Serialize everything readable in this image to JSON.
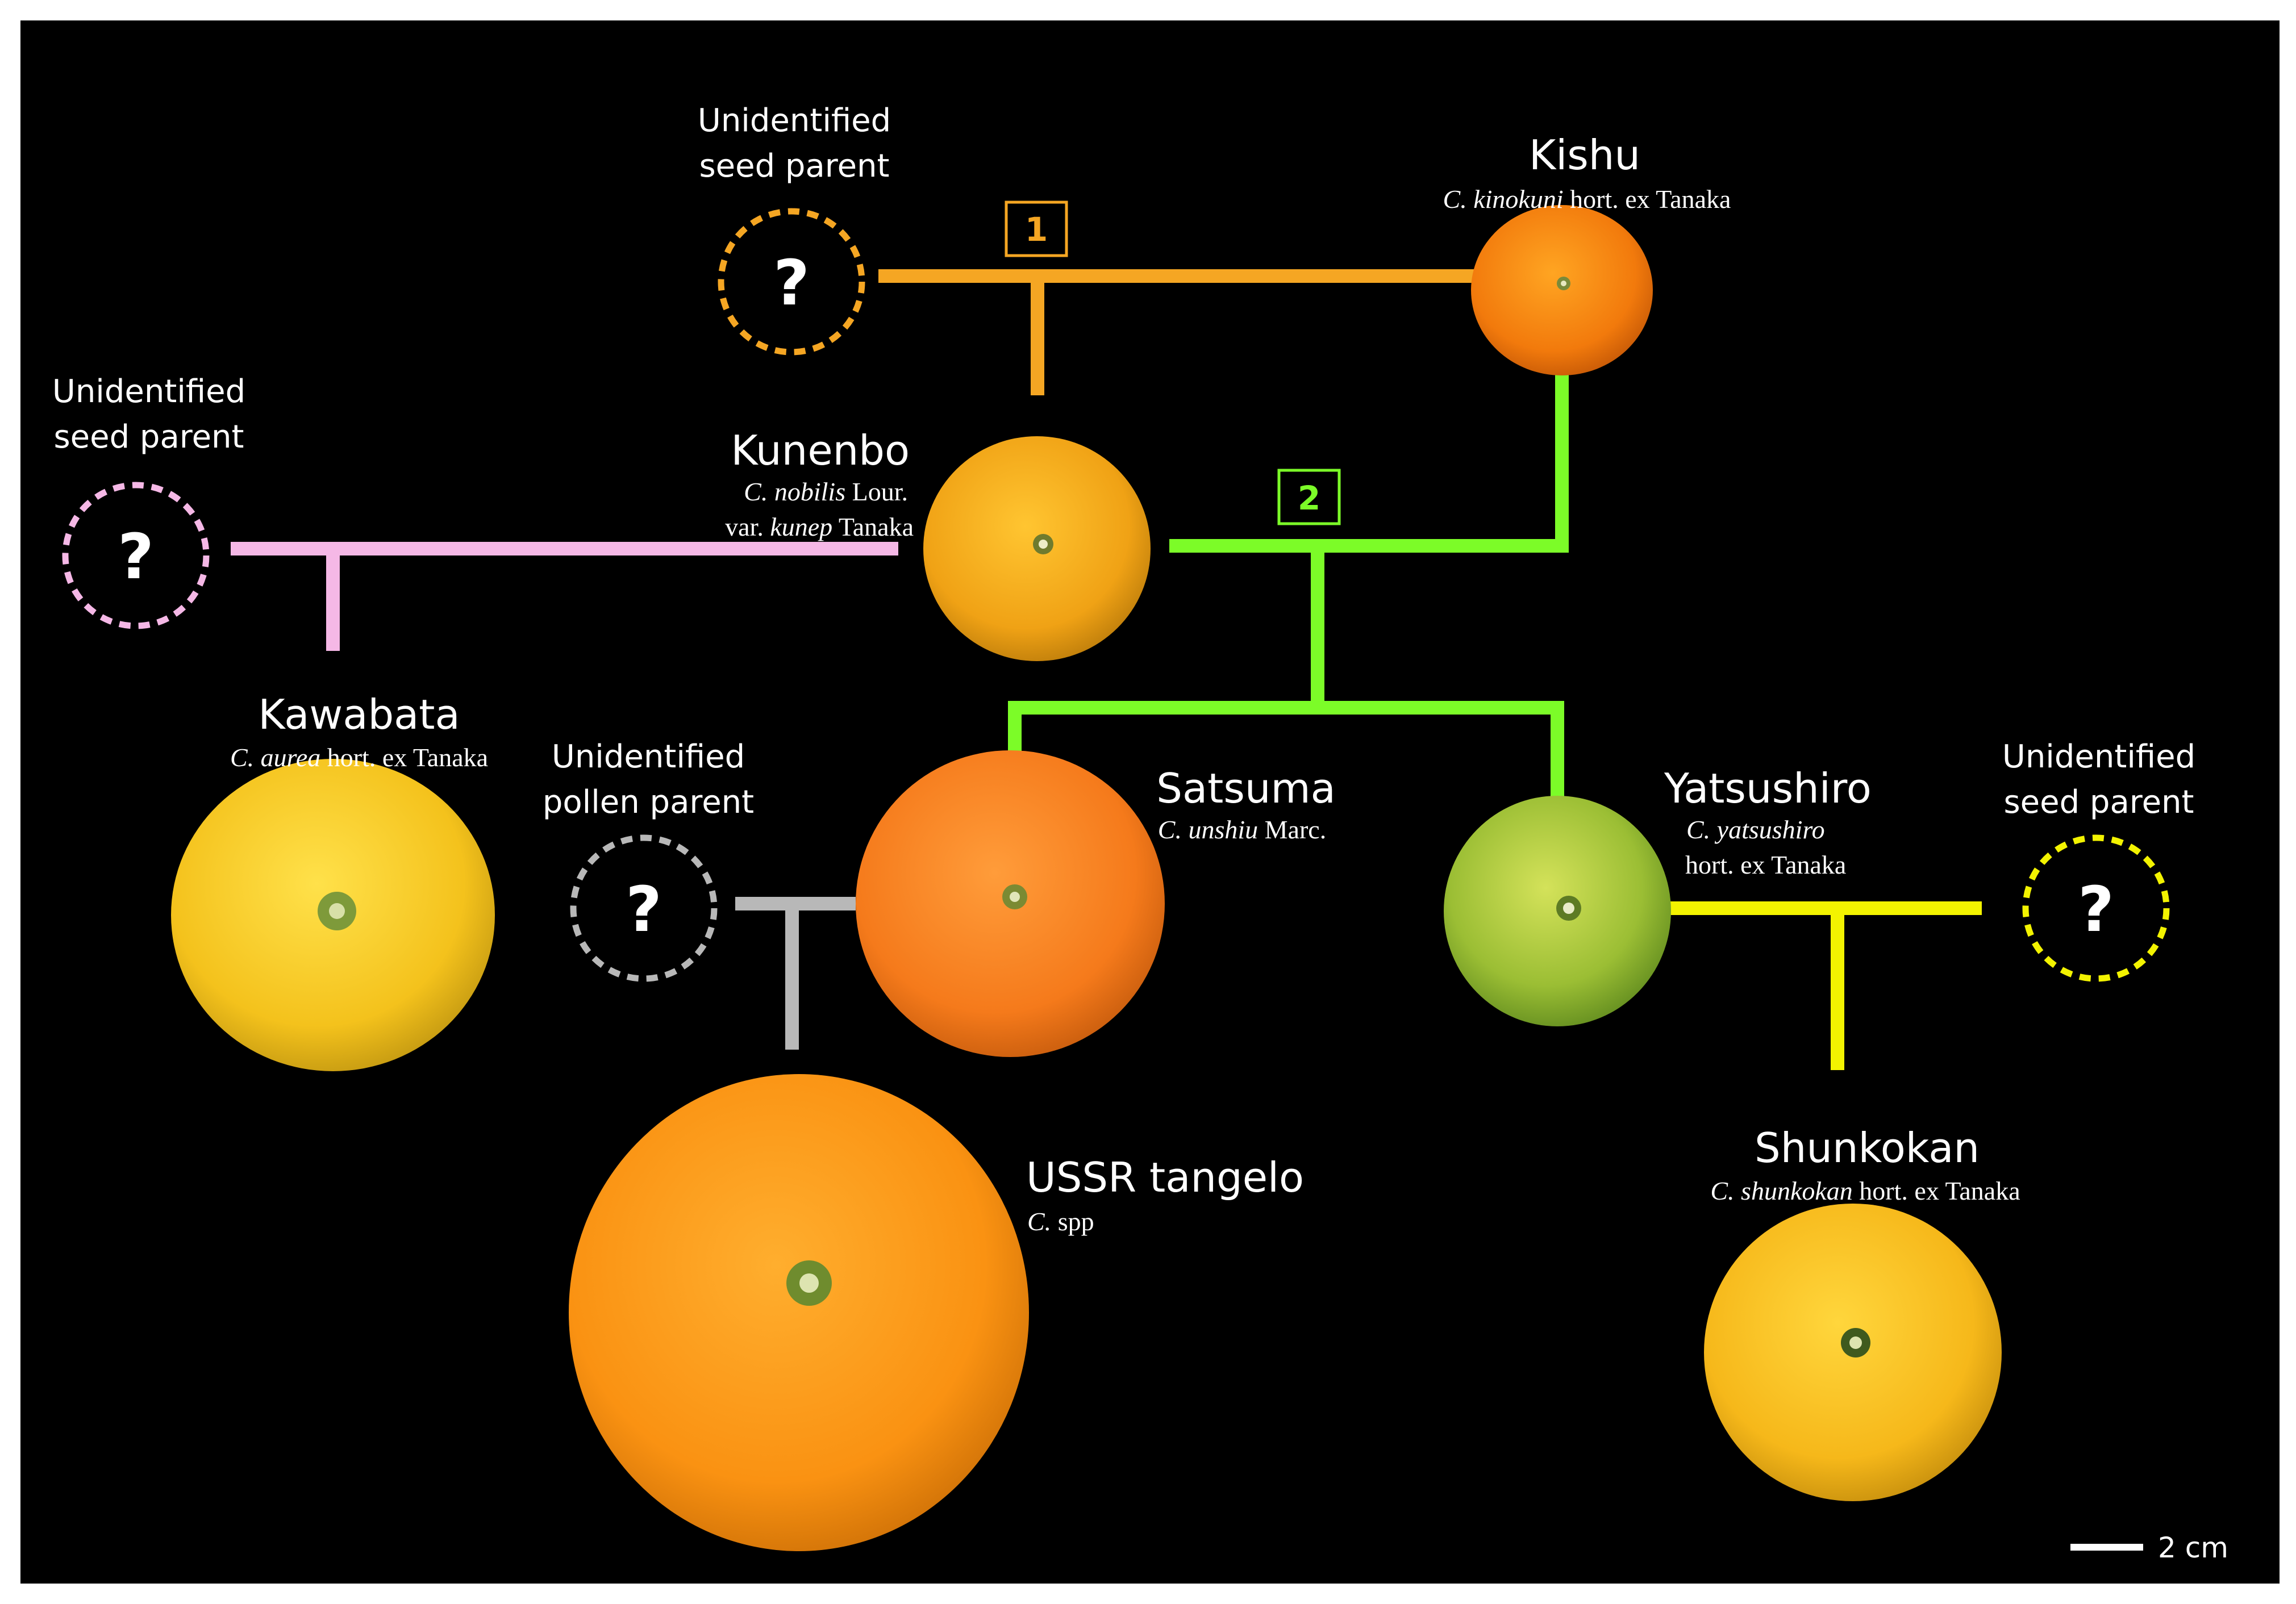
{
  "colors": {
    "cross1": "#F5A623",
    "cross2": "#7CFC28",
    "kawabata_line": "#F5B8E6",
    "ussr_line": "#B8B8B8",
    "shunkokan_line": "#F3F300",
    "unknown_kawabata": "#F5B8E6",
    "unknown_ussr": "#B8B8B8",
    "unknown_shunkokan": "#F3F300",
    "unknown_kunenbo": "#F5A623"
  },
  "icons": {
    "fruit": "citrus-fruit-photo-icon",
    "unknown": "question-circle-icon",
    "scale": "scale-bar-icon"
  },
  "cross_markers": {
    "one": "1",
    "two": "2"
  },
  "unknown_parents": {
    "top": {
      "line1": "Unidentified",
      "line2": "seed parent",
      "mark": "?"
    },
    "left": {
      "line1": "Unidentified",
      "line2": "seed parent",
      "mark": "?"
    },
    "pollen": {
      "line1": "Unidentified",
      "line2": "pollen parent",
      "mark": "?"
    },
    "right": {
      "line1": "Unidentified",
      "line2": "seed parent",
      "mark": "?"
    }
  },
  "cultivars": {
    "kishu": {
      "name": "Kishu",
      "sci_italic": "C. kinokuni",
      "sci_rest": " hort. ex Tanaka"
    },
    "kunenbo": {
      "name": "Kunenbo",
      "sci1_italic": "C. nobilis",
      "sci1_rest": " Lour.",
      "sci2_pre": "var. ",
      "sci2_italic": "kunep",
      "sci2_rest": " Tanaka"
    },
    "kawabata": {
      "name": "Kawabata",
      "sci_italic": "C. aurea",
      "sci_rest": " hort. ex Tanaka"
    },
    "satsuma": {
      "name": "Satsuma",
      "sci_italic": "C. unshiu",
      "sci_rest": " Marc."
    },
    "yatsushiro": {
      "name": "Yatsushiro",
      "sci1_italic": "C. yatsushiro",
      "sci2": "hort. ex Tanaka"
    },
    "ussr": {
      "name": "USSR tangelo",
      "sci_italic": "C.",
      "sci_rest": " spp"
    },
    "shunkokan": {
      "name": "Shunkokan",
      "sci_italic": "C. shunkokan",
      "sci_rest": " hort. ex Tanaka"
    }
  },
  "scale_bar": {
    "label": "2 cm"
  }
}
